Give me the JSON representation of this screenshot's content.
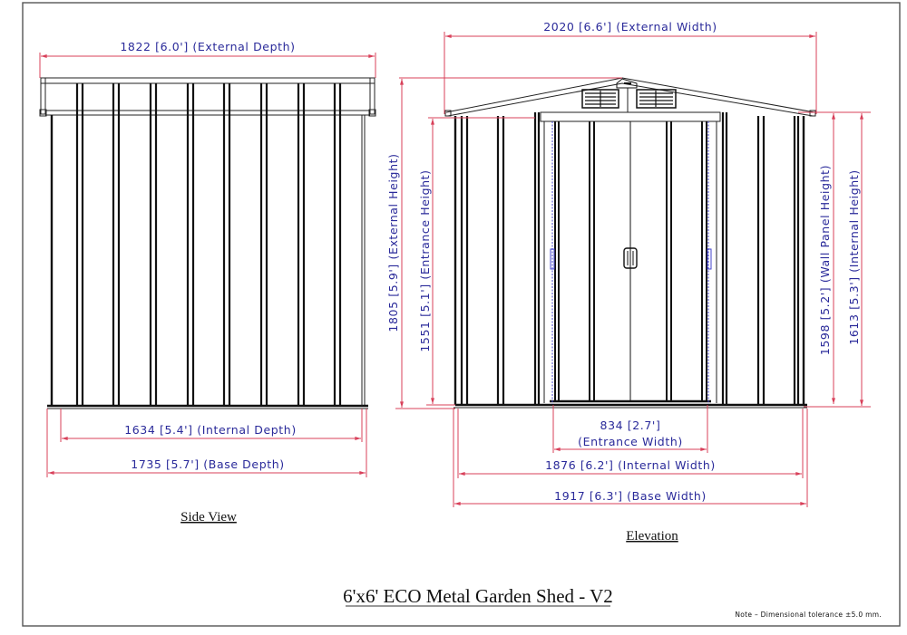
{
  "drawing": {
    "title": "6'x6' ECO Metal Garden Shed - V2",
    "note": "Note  –  Dimensional  tolerance   ±5.0 mm.",
    "colors": {
      "dimension_line": "#d8405a",
      "dimension_text": "#2a2a9a",
      "linework": "#111111",
      "border": "#555555"
    }
  },
  "side_view": {
    "label": "Side View",
    "dimensions": {
      "external_depth": "1822  [6.0']  (External  Depth)",
      "internal_depth": "1634  [5.4']  (Internal  Depth)",
      "base_depth": "1735  [5.7']  (Base  Depth)"
    }
  },
  "elevation": {
    "label": "Elevation",
    "dimensions": {
      "external_width": "2020  [6.6']  (External  Width)",
      "external_height": "1805  [5.9']  (External  Height)",
      "entrance_height": "1551  [5.1']  (Entrance  Height)",
      "wall_panel_height": "1598  [5.2']  (Wall  Panel  Height)",
      "internal_height": "1613  [5.3']  (Internal  Height)",
      "entrance_width_value": "834  [2.7']",
      "entrance_width_label": "(Entrance  Width)",
      "internal_width": "1876  [6.2']  (Internal  Width)",
      "base_width": "1917  [6.3']  (Base  Width)"
    }
  }
}
